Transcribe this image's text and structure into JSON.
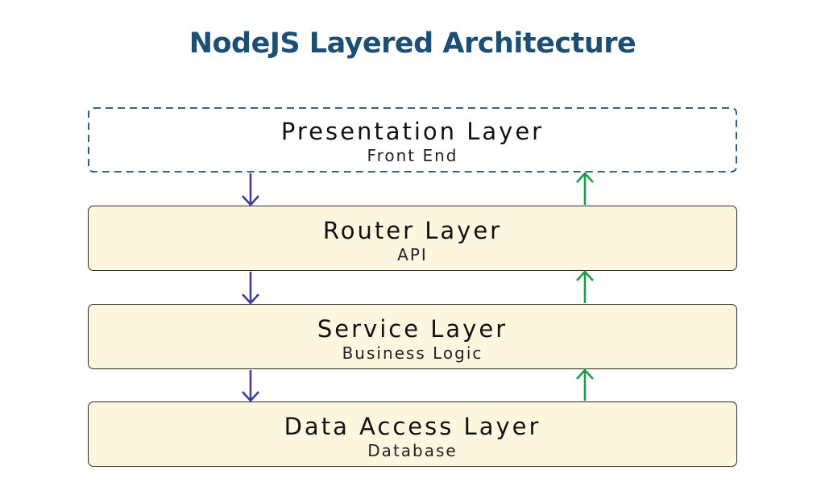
{
  "diagram": {
    "title": "NodeJS Layered Architecture",
    "layers": [
      {
        "name": "Presentation Layer",
        "subtitle": "Front End",
        "style": "dashed"
      },
      {
        "name": "Router Layer",
        "subtitle": "API",
        "style": "solid"
      },
      {
        "name": "Service Layer",
        "subtitle": "Business Logic",
        "style": "solid"
      },
      {
        "name": "Data Access Layer",
        "subtitle": "Database",
        "style": "solid"
      }
    ],
    "colors": {
      "title": "#1d4f74",
      "dashed_border": "#1d4f74",
      "box_fill": "#fdf6df",
      "box_border": "#2b2b2b",
      "down_arrow": "#3e3e96",
      "up_arrow": "#1e9a4a"
    },
    "arrows": [
      {
        "direction": "down",
        "from_layer": 0,
        "to_layer": 1,
        "icon": "arrow-down-icon"
      },
      {
        "direction": "up",
        "from_layer": 1,
        "to_layer": 0,
        "icon": "arrow-up-icon"
      },
      {
        "direction": "down",
        "from_layer": 1,
        "to_layer": 2,
        "icon": "arrow-down-icon"
      },
      {
        "direction": "up",
        "from_layer": 2,
        "to_layer": 1,
        "icon": "arrow-up-icon"
      },
      {
        "direction": "down",
        "from_layer": 2,
        "to_layer": 3,
        "icon": "arrow-down-icon"
      },
      {
        "direction": "up",
        "from_layer": 3,
        "to_layer": 2,
        "icon": "arrow-up-icon"
      }
    ]
  }
}
